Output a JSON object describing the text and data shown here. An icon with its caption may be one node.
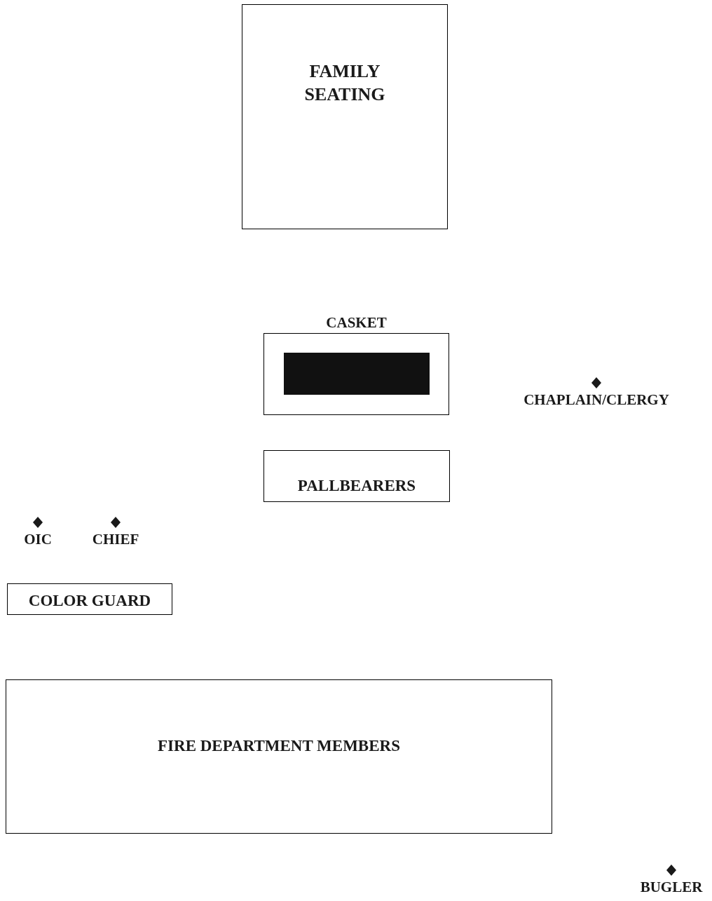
{
  "diagram": {
    "nodes": [
      {
        "text": [
          "FAMILY SEATING"
        ]
      },
      {
        "text": [
          "CASKET"
        ]
      },
      {
        "text": [],
        "shape": "bar",
        "in": 1
      },
      {
        "text": [
          "PALLBEARERS"
        ]
      },
      {
        "text": [
          "COLOR GUARD"
        ]
      },
      {
        "text": [
          "FIRE DEPARTMENT MEMBERS"
        ]
      }
    ],
    "labels": [
      "CHAPLAIN/CLERGY",
      "OIC",
      "CHIEF",
      "BUGLER"
    ]
  }
}
